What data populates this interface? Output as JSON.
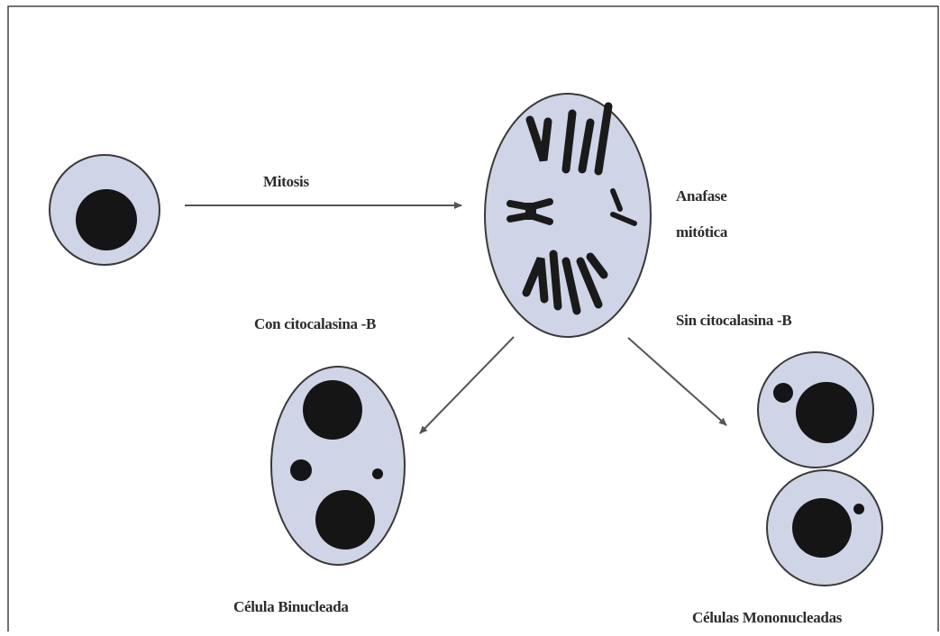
{
  "diagram": {
    "labels": {
      "mitosis": "Mitosis",
      "anaphase_line1": "Anafase",
      "anaphase_line2": "mitótica",
      "with_cytochalasin": "Con citocalasina -B",
      "without_cytochalasin": "Sin citocalasina -B",
      "binucleated": "Célula Binucleada",
      "mononucleated": "Células Mononucleadas"
    },
    "colors": {
      "cytoplasm": "#cfd5e6",
      "nucleus": "#151515",
      "outline": "#3a3a3a",
      "arrow": "#555555",
      "frame": "#444444"
    }
  }
}
